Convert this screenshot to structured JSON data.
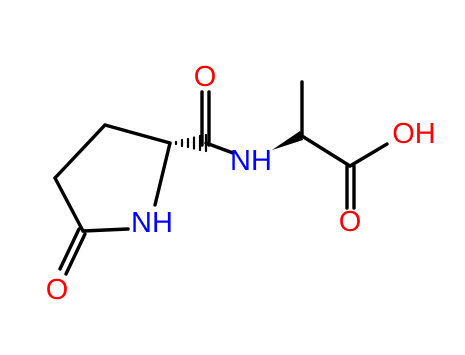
{
  "structure": {
    "atoms": {
      "o_amide": {
        "text": "O",
        "color": "#ff0000"
      },
      "nh_amide": {
        "text": "NH",
        "color": "#0000ff"
      },
      "oh": {
        "text": "OH",
        "color": "#ff0000"
      },
      "o_acid": {
        "text": "O",
        "color": "#ff0000"
      },
      "nh_ring": {
        "text": "NH",
        "color": "#0000ff"
      },
      "o_lactam": {
        "text": "O",
        "color": "#ff0000"
      }
    },
    "bond_color": "#000000"
  }
}
